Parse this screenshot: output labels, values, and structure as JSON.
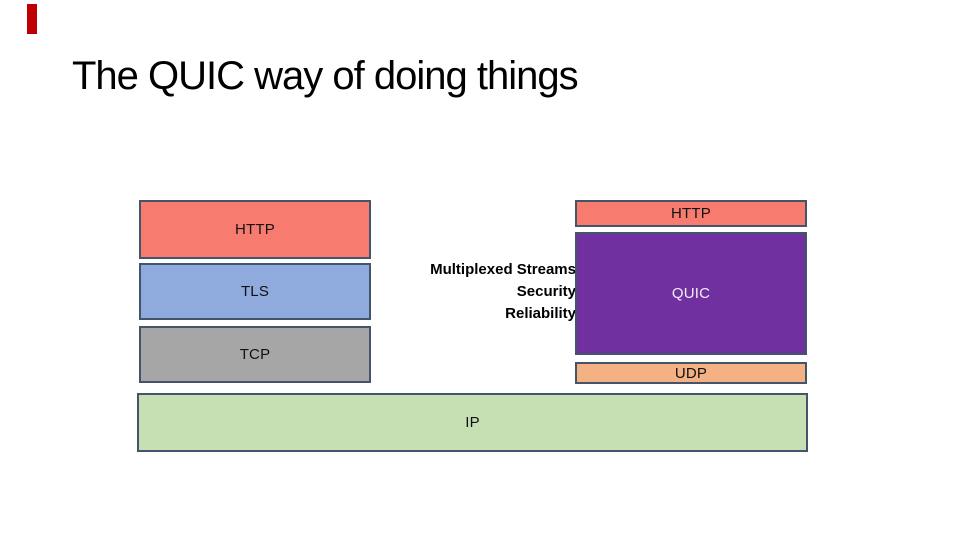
{
  "slide": {
    "title": "The QUIC way of doing things"
  },
  "diagram": {
    "left_stack": [
      {
        "label": "HTTP",
        "color": "#F87B70"
      },
      {
        "label": "TLS",
        "color": "#8FAADC"
      },
      {
        "label": "TCP",
        "color": "#A6A6A6"
      }
    ],
    "right_stack": [
      {
        "label": "HTTP",
        "color": "#F87B70"
      },
      {
        "label": "QUIC",
        "color": "#7030A0"
      },
      {
        "label": "UDP",
        "color": "#F4B183"
      }
    ],
    "base_layer": {
      "label": "IP",
      "color": "#C6E0B4"
    },
    "annotation": [
      "Multiplexed Streams",
      "Security",
      "Reliability"
    ]
  },
  "colors": {
    "accent_bar": "#C00000",
    "box_border": "#44546A",
    "quic_label_text": "#F4EDF8",
    "title_text": "#000000",
    "background": "#FFFFFF"
  }
}
